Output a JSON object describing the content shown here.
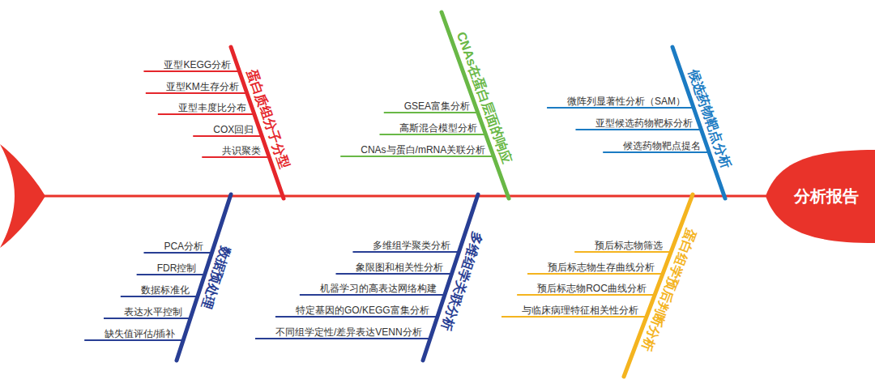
{
  "diagram": {
    "nodes": [
      {
        "text": [
          "分析报告"
        ]
      }
    ],
    "labels": [
      "蛋白质组分子分型",
      "亚型KEGG分析",
      "亚型KM生存分析",
      "亚型丰度比分布",
      "COX回归",
      "共识聚类",
      "CNAs在蛋白层面的响应",
      "GSEA富集分析",
      "高斯混合模型分析",
      "CNAs与蛋白/mRNA关联分析",
      "候选药物靶点分析",
      "微阵列显著性分析（SAM）",
      "亚型候选药物靶标分析",
      "候选药物靶点提名",
      "数据预处理",
      "PCA分析",
      "FDR控制",
      "数据标准化",
      "表达水平控制",
      "缺失值评估/插补",
      "多维组学关联分析",
      "多维组学聚类分析",
      "象限图和相关性分析",
      "机器学习的高表达网络构建",
      "特定基因的GO/KEGG富集分析",
      "不同组学定性/差异表达VENN分析",
      "蛋白组学预后判断分析",
      "预后标志物筛选",
      "预后标志物生存曲线分析",
      "预后标志物ROC曲线分析",
      "与临床病理特征相关性分析"
    ]
  }
}
